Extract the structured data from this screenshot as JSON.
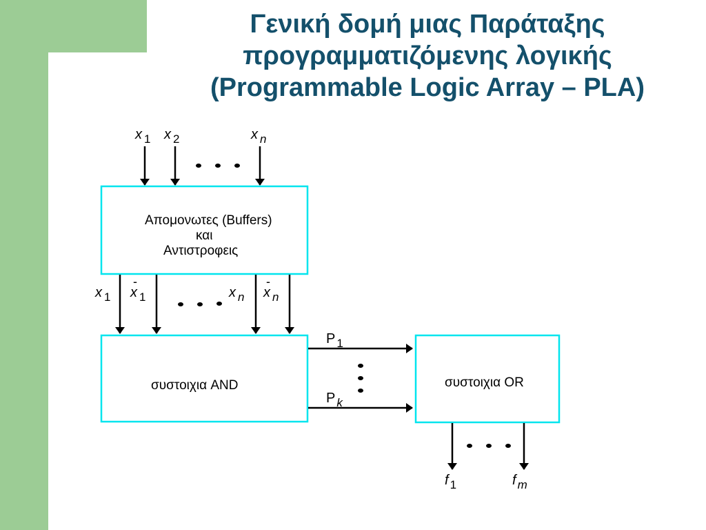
{
  "title": {
    "line1": "Γενική δομή μιας Παράταξης",
    "line2": "προγραμματιζόμενης λογικής",
    "line3": "(Programmable Logic Array – PLA)"
  },
  "colors": {
    "accent_green": "#9ccc95",
    "title": "#14506b",
    "box_border": "#00e5ee"
  },
  "diagram": {
    "inputs": {
      "x1": {
        "var": "x",
        "sub": "1"
      },
      "x2": {
        "var": "x",
        "sub": "2"
      },
      "xn": {
        "var": "x",
        "sub": "n"
      }
    },
    "buffer_block": {
      "line1": "Απομονωτες (Buffers)",
      "line2": "και",
      "line3": "Αντιστροφεις"
    },
    "literals": {
      "x1": {
        "var": "x",
        "sub": "1"
      },
      "x1_bar": {
        "var": "x",
        "sub": "1",
        "bar": "-"
      },
      "xn": {
        "var": "x",
        "sub": "n"
      },
      "xn_bar": {
        "var": "x",
        "sub": "n",
        "bar": "-"
      }
    },
    "and_block": {
      "label": "συστοιχια AND"
    },
    "or_block": {
      "label": "συστοιχια OR"
    },
    "products": {
      "p1": {
        "var": "P",
        "sub": "1"
      },
      "pk": {
        "var": "P",
        "sub": "k"
      }
    },
    "outputs": {
      "f1": {
        "var": "f",
        "sub": "1"
      },
      "fm": {
        "var": "f",
        "sub": "m"
      }
    }
  }
}
